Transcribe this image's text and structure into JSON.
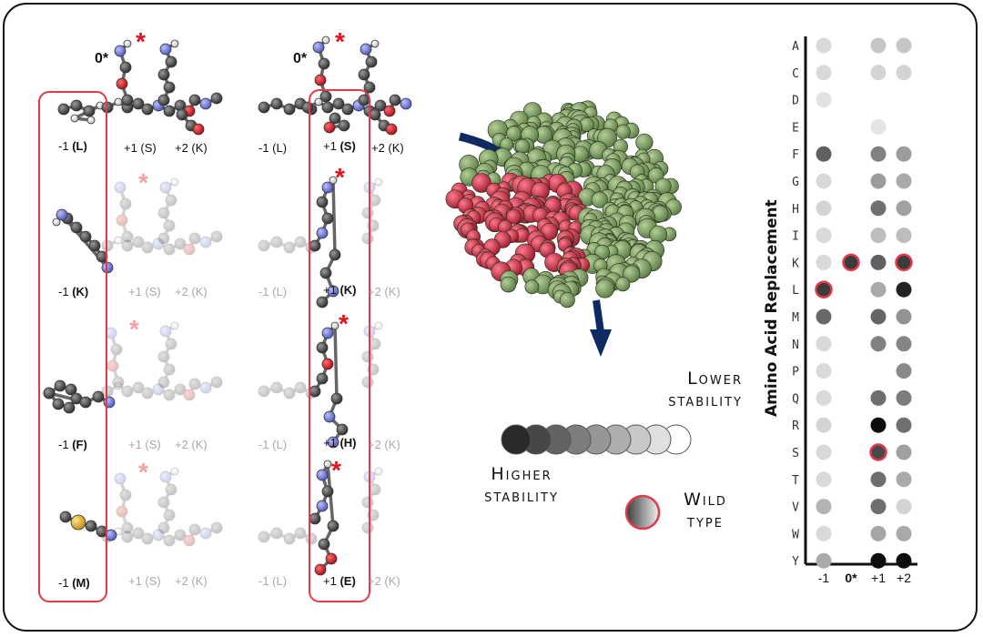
{
  "molecule_panels": {
    "left_column": [
      {
        "zero_label": "0*",
        "residues": [
          {
            "label": "-1",
            "code": "(L)"
          },
          {
            "label": "+1 (S)"
          },
          {
            "label": "+2 (K)"
          }
        ]
      },
      {
        "residues": [
          {
            "label": "-1",
            "code": "(K)"
          },
          {
            "label": "+1 (S)"
          },
          {
            "label": "+2 (K)"
          }
        ]
      },
      {
        "residues": [
          {
            "label": "-1",
            "code": "(F)"
          },
          {
            "label": "+1 (S)"
          },
          {
            "label": "+2 (K)"
          }
        ]
      },
      {
        "residues": [
          {
            "label": "-1",
            "code": "(M)"
          },
          {
            "label": "+1 (S)"
          },
          {
            "label": "+2 (K)"
          }
        ]
      }
    ],
    "right_column": [
      {
        "zero_label": "0*",
        "residues": [
          {
            "label": "-1 (L)"
          },
          {
            "label": "+1",
            "code": "(S)"
          },
          {
            "label": "+2 (K)"
          }
        ]
      },
      {
        "residues": [
          {
            "label": "-1 (L)"
          },
          {
            "label": "+1",
            "code": "(K)"
          },
          {
            "label": "+2 (K)"
          }
        ]
      },
      {
        "residues": [
          {
            "label": "-1 (L)"
          },
          {
            "label": "+1",
            "code": "(H)"
          },
          {
            "label": "+2 (K)"
          }
        ]
      },
      {
        "residues": [
          {
            "label": "-1 (L)"
          },
          {
            "label": "+1",
            "code": "(E)"
          },
          {
            "label": "+2 (K)"
          }
        ]
      }
    ]
  },
  "legend": {
    "lower": "Lower stability",
    "higher": "Higher stability",
    "wild": "Wild type",
    "gradient": [
      "#2a2a2a",
      "#474747",
      "#636363",
      "#7d7d7d",
      "#969696",
      "#aeaeae",
      "#c8c8c8",
      "#e0e0e0",
      "#ffffff"
    ]
  },
  "protein_colors": {
    "body": "#7d9c62",
    "highlight": "#d0364e",
    "arrow": "#0e2a62"
  },
  "chart_data": {
    "type": "heatmap",
    "ylabel": "Amino Acid Replacement",
    "columns": [
      "-1",
      "0*",
      "+1",
      "+2"
    ],
    "rows": [
      "A",
      "C",
      "D",
      "E",
      "F",
      "G",
      "H",
      "I",
      "K",
      "L",
      "M",
      "N",
      "P",
      "Q",
      "R",
      "S",
      "T",
      "V",
      "W",
      "Y"
    ],
    "values": [
      [
        0.1,
        null,
        0.18,
        0.18
      ],
      [
        0.1,
        null,
        0.12,
        0.12
      ],
      [
        0.06,
        null,
        null,
        null
      ],
      [
        null,
        null,
        0.05,
        null
      ],
      [
        0.62,
        null,
        0.48,
        0.36
      ],
      [
        0.1,
        null,
        0.36,
        0.3
      ],
      [
        0.12,
        null,
        0.55,
        0.34
      ],
      [
        0.1,
        null,
        0.22,
        0.22
      ],
      [
        0.1,
        0.78,
        0.62,
        0.78
      ],
      [
        0.78,
        null,
        0.3,
        0.88
      ],
      [
        0.58,
        null,
        0.6,
        0.4
      ],
      [
        0.1,
        null,
        0.48,
        0.46
      ],
      [
        0.1,
        null,
        null,
        0.44
      ],
      [
        0.1,
        null,
        0.56,
        0.5
      ],
      [
        0.12,
        null,
        0.98,
        0.55
      ],
      [
        0.1,
        null,
        0.72,
        0.34
      ],
      [
        0.1,
        null,
        0.56,
        0.3
      ],
      [
        0.26,
        null,
        0.56,
        0.12
      ],
      [
        0.1,
        null,
        0.32,
        0.3
      ],
      [
        0.3,
        null,
        0.98,
        0.98
      ]
    ],
    "wild_type": [
      {
        "row": "L",
        "col": "-1"
      },
      {
        "row": "K",
        "col": "0*"
      },
      {
        "row": "S",
        "col": "+1"
      },
      {
        "row": "K",
        "col": "+2"
      }
    ]
  }
}
